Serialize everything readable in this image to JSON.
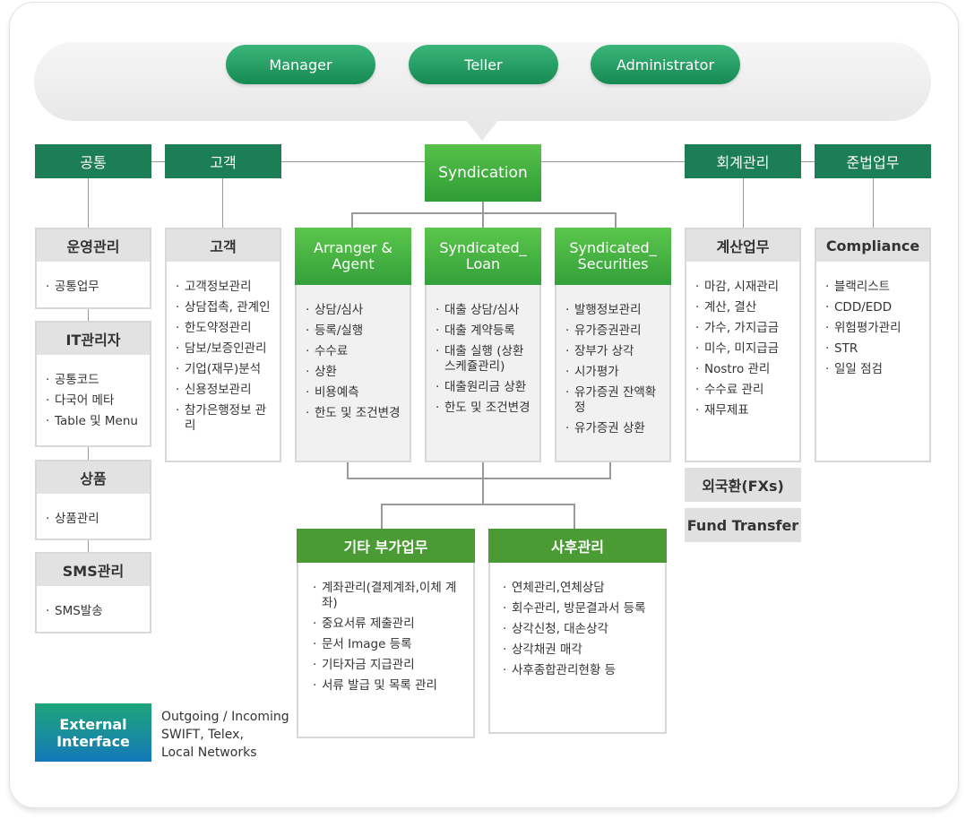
{
  "roles": [
    "Manager",
    "Teller",
    "Administrator"
  ],
  "top_row": {
    "common": "공통",
    "customer": "고객",
    "center": "Syndication",
    "accounting": "회계관리",
    "compliance_work": "준법업무"
  },
  "common_cards": [
    {
      "title": "운영관리",
      "items": [
        "공통업무"
      ]
    },
    {
      "title": "IT관리자",
      "items": [
        "공통코드",
        "다국어 메타",
        "Table 및 Menu"
      ]
    },
    {
      "title": "상품",
      "items": [
        "상품관리"
      ]
    },
    {
      "title": "SMS관리",
      "items": [
        "SMS발송"
      ]
    }
  ],
  "customer_card": {
    "title": "고객",
    "items": [
      "고객정보관리",
      "상담접촉, 관계인",
      "한도약정관리",
      "담보/보증인관리",
      "기업(재무)분석",
      "신용정보관리",
      "참가은행정보 관리"
    ]
  },
  "synd_cards": [
    {
      "title_lines": [
        "Arranger &",
        "Agent"
      ],
      "items": [
        "상담/심사",
        "등록/실행",
        "수수료",
        "상환",
        "비용예측",
        "한도 및 조건변경"
      ]
    },
    {
      "title_lines": [
        "Syndicated_",
        "Loan"
      ],
      "items": [
        "대출 상담/심사",
        "대출 계약등록",
        "대출 실행 (상환스케쥴관리)",
        "대출원리금 상환",
        "한도 및 조건변경"
      ]
    },
    {
      "title_lines": [
        "Syndicated_",
        "Securities"
      ],
      "items": [
        "발행정보관리",
        "유가증권관리",
        "장부가 상각",
        "시가평가",
        "유가증권 잔액확정",
        "유가증권 상환"
      ]
    }
  ],
  "bottom_cards": [
    {
      "title": "기타 부가업무",
      "items": [
        "계좌관리(결제계좌,이체 계좌)",
        "중요서류 제출관리",
        "문서 Image 등록",
        "기타자금 지급관리",
        "서류 발급 및 목록 관리"
      ]
    },
    {
      "title": "사후관리",
      "items": [
        "연체관리,연체상담",
        "회수관리, 방문결과서 등록",
        "상각신청, 대손상각",
        "상각채권 매각",
        "사후종합관리현황 등"
      ]
    }
  ],
  "accounting_card": {
    "title": "계산업무",
    "items": [
      "마감, 시재관리",
      "계산, 결산",
      "가수, 가지급금",
      "미수, 미지급금",
      "Nostro 관리",
      "수수료 관리",
      "재무제표"
    ]
  },
  "fx": "외국환(FXs)",
  "fund_transfer": "Fund Transfer",
  "compliance_card": {
    "title": "Compliance",
    "items": [
      "블랙리스트",
      "CDD/EDD",
      "위험평가관리",
      "STR",
      "일일 점검"
    ]
  },
  "external": {
    "title_lines": [
      "External",
      "Interface"
    ],
    "desc_lines": [
      "Outgoing / Incoming",
      "SWIFT, Telex,",
      "Local Networks"
    ]
  },
  "colors": {
    "dark_green": "#1c7e54",
    "bright_green": "#4fb845",
    "gray_header": "#e2e2e2"
  }
}
